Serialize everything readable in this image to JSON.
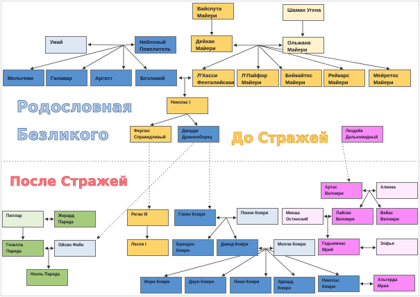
{
  "titles": {
    "genealogy_line1": "Родословная",
    "genealogy_line2": "Безликого",
    "before_guards": "До Стражей",
    "after_guards": "После Стражей"
  },
  "colors": {
    "blue": "#5791cf",
    "light_blue": "#dde8f4",
    "yellow": "#fcd46a",
    "light_yellow": "#fff2cc",
    "pink": "#f98af8",
    "light_pink": "#fdeafd",
    "green": "#a6cb7d",
    "light_green": "#e7f0db"
  },
  "nodes": {
    "umai": "Умай",
    "sky_lord": "Небесный\nПовелитель",
    "meltemi": "Мельтеми",
    "gilavar": "Гилавар",
    "argest": "Аргест",
    "faceless": "Безликий",
    "vaisputa": "Вайспута\nМайери",
    "shaman": "Шаман Угена",
    "deikhan": "Дейхан\nМайери",
    "olzhana": "Ольжана\nМайери",
    "lhassi": "Л'Хасси\nФенталийская",
    "llaifor": "Л'Лайфор\nМайери",
    "beikaitos": "Бейкайтос\nМайери",
    "reikars": "Рейкарс\nМайери",
    "meiretos": "Мейретос\nМайери",
    "nikolas1": "Николас I",
    "fergus": "Фергюс\nСправедливый",
    "george": "Джордж\nДраконоборец",
    "lizdeik": "Лиздейк\nДальновидный",
    "artas": "Артас\nВеломри",
    "alinka": "Алинка",
    "pillar": "Пиллар",
    "gerard": "Жерард\nПареда",
    "gizella": "Гизелла\nПареда",
    "oisin": "Ойсин Фейн",
    "noel": "Ноэль Пареда",
    "regan3": "Реган III",
    "lesli1": "Лесли I",
    "gavin": "Гэвин Комри",
    "penni": "Пенни Комри",
    "mikash": "Микаш\nОстенский",
    "laisve": "Лайсве\nВеломри",
    "veias": "Вейас\nВеломри",
    "brandon": "Брандон\nКомри",
    "david": "Давид Комри",
    "molli": "Молли Комри",
    "gediminas": "Гедыминас\nМрий",
    "zofia": "Зофья",
    "meri": "Мэри Комри",
    "djun": "Джун Комри",
    "liam": "Лиам Комри",
    "edvard": "Эдвард\nКомри",
    "nikolas_komri": "Николас\nКомри",
    "algerda": "Альгерда\nМрия"
  }
}
